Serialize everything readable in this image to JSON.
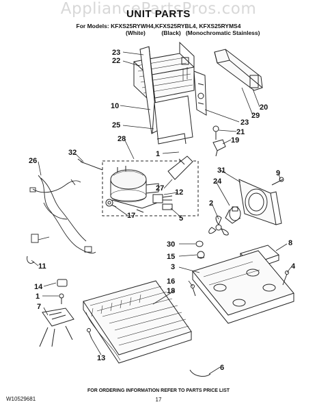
{
  "watermark": "AppliancePartsPros.com",
  "header": {
    "title": "UNIT PARTS",
    "models": "For Models: KFXS25RYWH4,KFXS25RYBL4, KFXS25RYMS4",
    "colors": "(White)          (Black)   (Monochromatic Stainless)"
  },
  "callouts": [
    "23",
    "22",
    "10",
    "25",
    "28",
    "1",
    "32",
    "26",
    "27",
    "12",
    "17",
    "5",
    "11",
    "14",
    "1",
    "7",
    "13",
    "18",
    "16",
    "6",
    "20",
    "29",
    "23",
    "21",
    "19",
    "31",
    "9",
    "24",
    "2",
    "30",
    "15",
    "3",
    "8",
    "4"
  ],
  "footer": {
    "ordering": "FOR ORDERING INFORMATION REFER TO PARTS PRICE LIST",
    "doc_number": "W10529681",
    "page": "17"
  }
}
